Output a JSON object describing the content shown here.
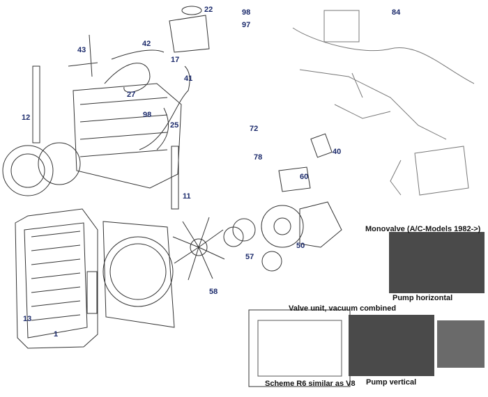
{
  "part_numbers": {
    "p1": "1",
    "p11": "11",
    "p12": "12",
    "p13": "13",
    "p17": "17",
    "p22": "22",
    "p25": "25",
    "p27": "27",
    "p40": "40",
    "p41": "41",
    "p42": "42",
    "p43": "43",
    "p50": "50",
    "p57": "57",
    "p58": "58",
    "p60": "60",
    "p72": "72",
    "p78": "78",
    "p84": "84",
    "p97": "97",
    "p98a": "98",
    "p98b": "98"
  },
  "captions": {
    "monovalve": "Monovalve (A/C-Models 1982->)",
    "pump_horizontal": "Pump horizontal",
    "valve_unit": "Valve unit, vacuum combined",
    "scheme": "Scheme R6 similar as V8",
    "pump_vertical": "Pump vertical"
  },
  "colors": {
    "label": "#1b2a6b",
    "line": "#333333",
    "photo": "#4a4a4a"
  }
}
